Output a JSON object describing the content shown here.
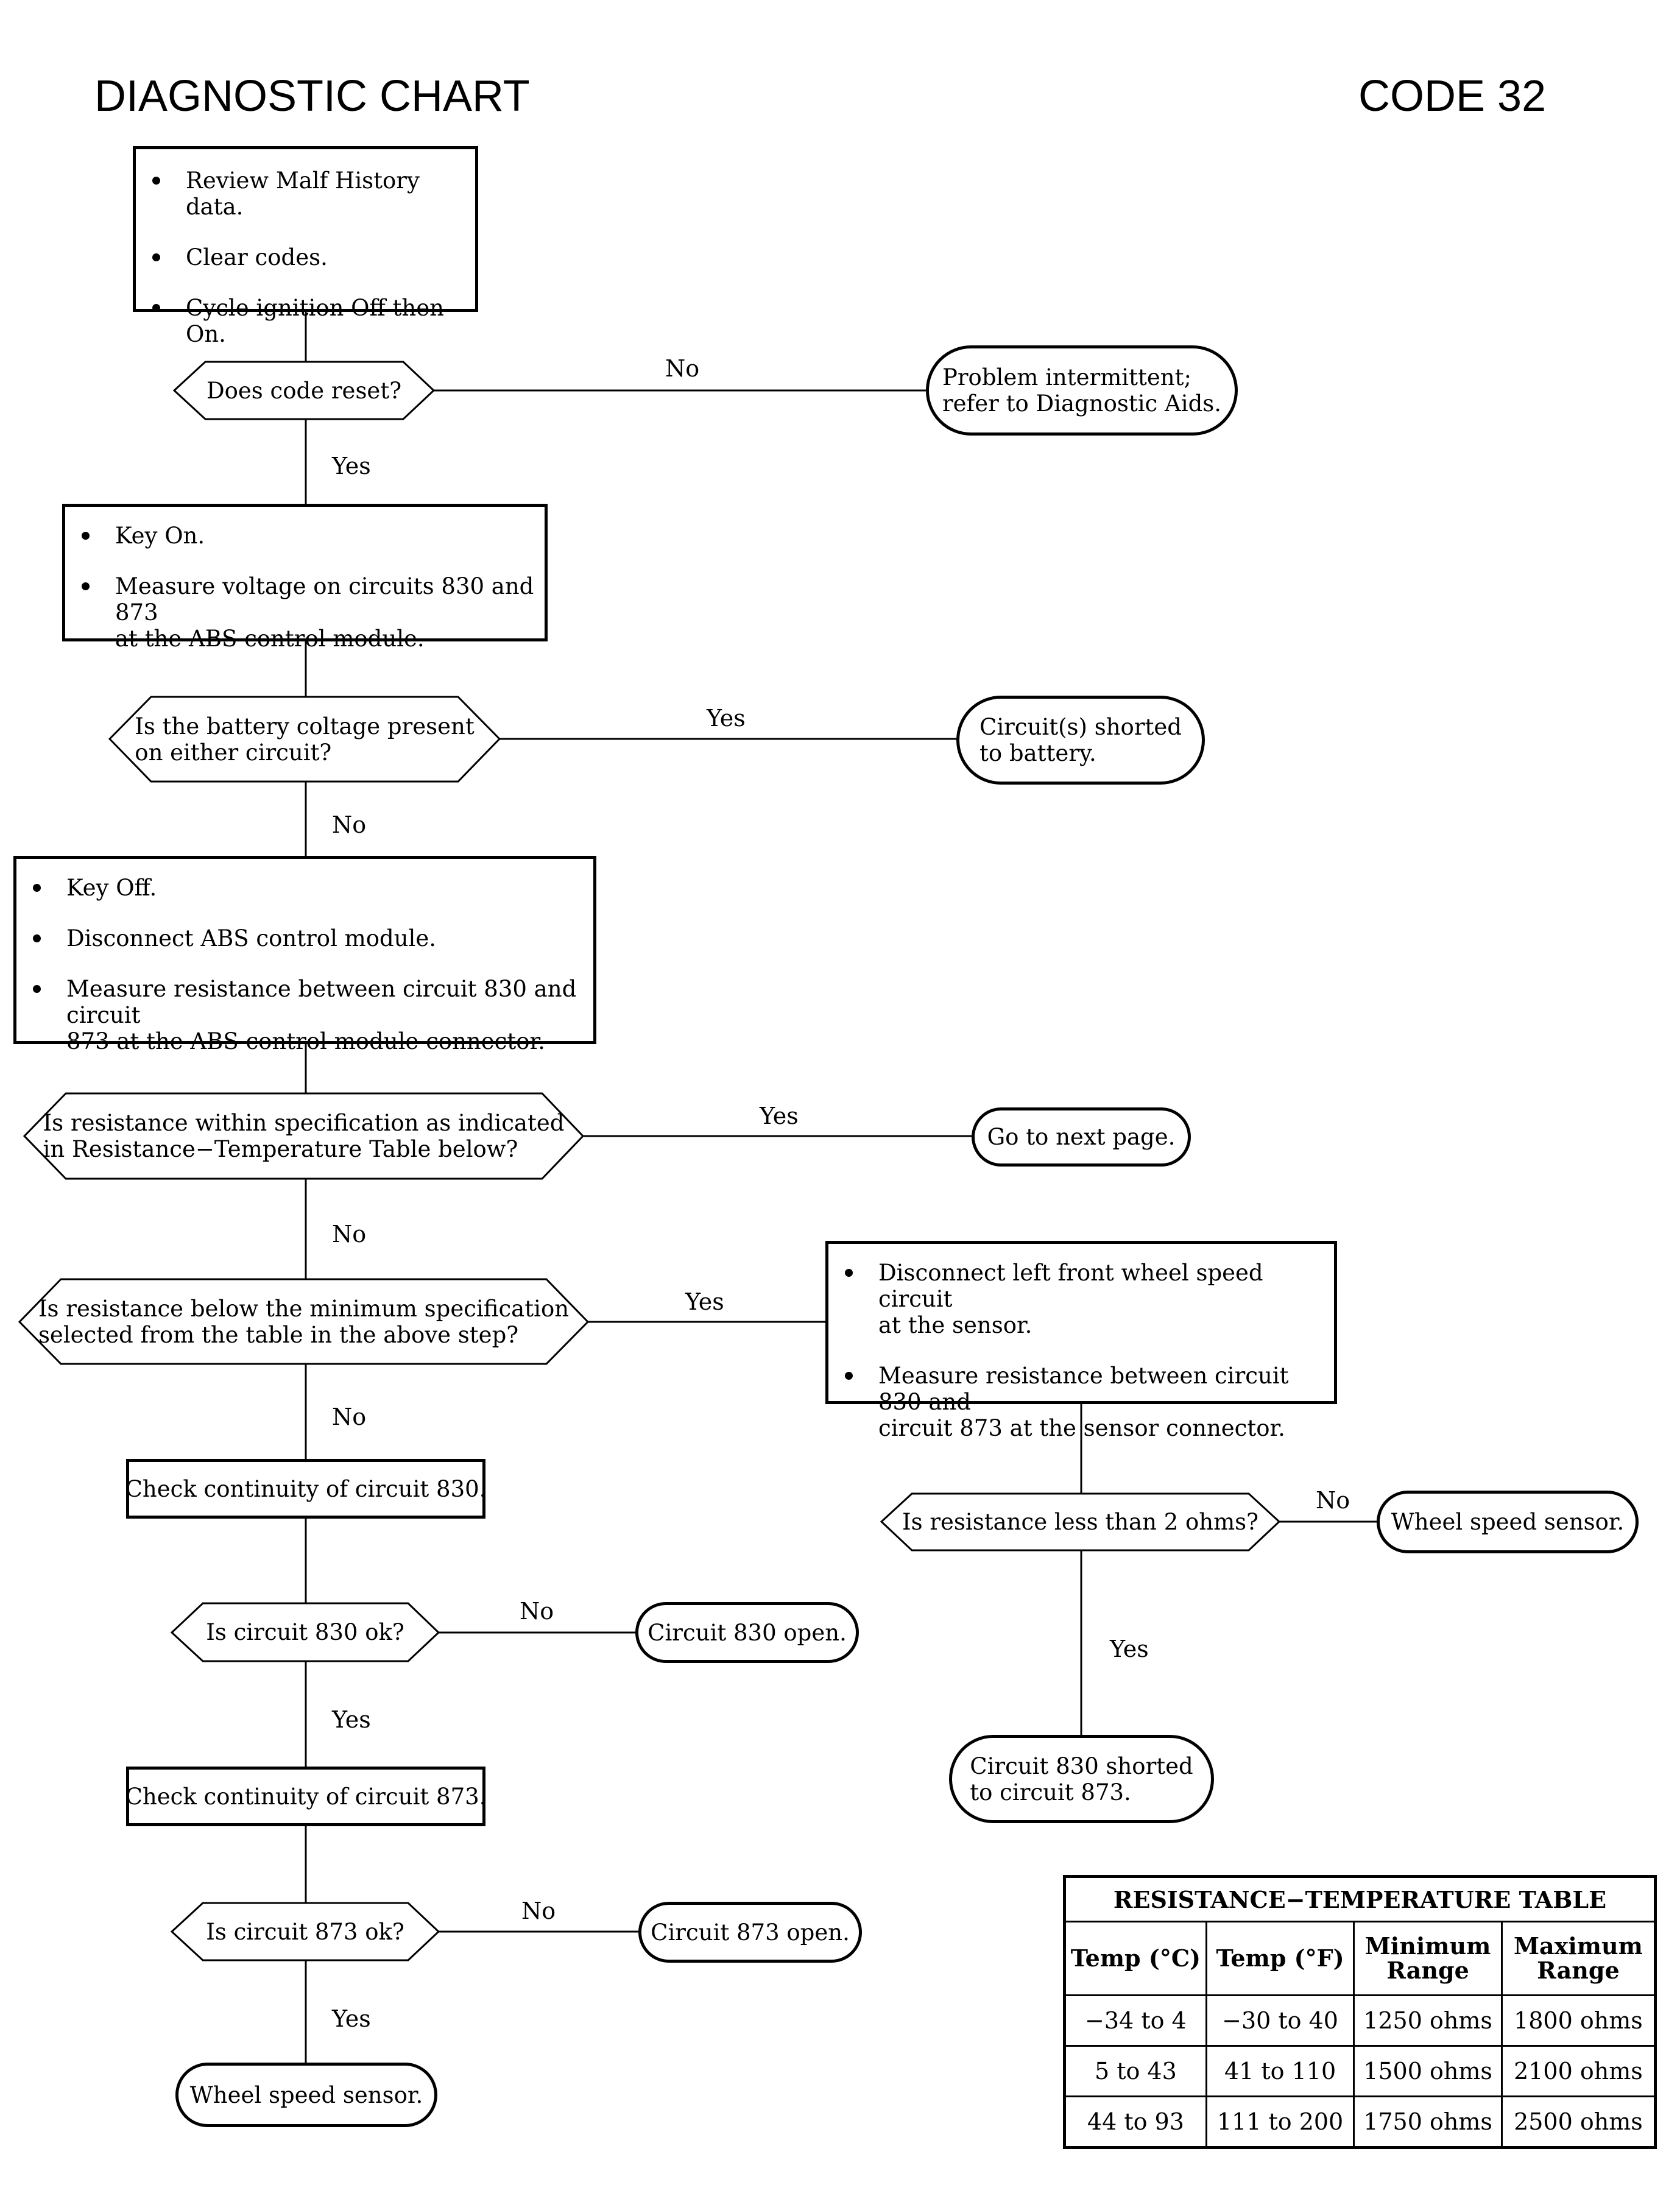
{
  "header": {
    "title": "DIAGNOSTIC CHART",
    "code": "CODE 32"
  },
  "steps": {
    "start": [
      "Review Malf History data.",
      "Clear codes.",
      "Cycle ignition Off then On."
    ],
    "key_on": [
      "Key On.",
      "Measure voltage on circuits 830 and 873\nat the ABS control module."
    ],
    "key_off": [
      "Key Off.",
      "Disconnect ABS control module.",
      "Measure resistance between circuit 830 and circuit\n873 at the ABS control module connector."
    ],
    "disconnect_sensor": [
      "Disconnect left front wheel speed circuit\nat the sensor.",
      "Measure resistance between circuit 830 and\ncircuit 873 at the sensor connector."
    ],
    "check_830": "Check continuity of circuit 830.",
    "check_873": "Check continuity of circuit 873."
  },
  "decisions": {
    "code_reset": "Does code reset?",
    "battery_voltage": "Is the battery coltage present\non either circuit?",
    "resistance_in_spec": "Is resistance within specification as indicated\nin Resistance−Temperature Table below?",
    "resistance_below_min": "Is resistance below the minimum specification\nselected from the table in the above step?",
    "less_than_2_ohms": "Is resistance less than 2 ohms?",
    "circuit_830_ok": "Is circuit 830 ok?",
    "circuit_873_ok": "Is circuit 873 ok?"
  },
  "terminals": {
    "intermittent": "Problem intermittent;\nrefer to Diagnostic Aids.",
    "shorted_battery": "Circuit(s) shorted\nto battery.",
    "next_page": "Go to next page.",
    "wheel_sensor_right": "Wheel speed sensor.",
    "circuit_830_shorted": "Circuit 830 shorted\nto circuit 873.",
    "circuit_830_open": "Circuit 830 open.",
    "circuit_873_open": "Circuit 873 open.",
    "wheel_sensor_bottom": "Wheel speed sensor."
  },
  "edge_labels": {
    "code_reset_no": "No",
    "code_reset_yes": "Yes",
    "battery_yes": "Yes",
    "battery_no": "No",
    "spec_yes": "Yes",
    "spec_no": "No",
    "below_min_yes": "Yes",
    "below_min_no": "No",
    "two_ohms_no": "No",
    "two_ohms_yes": "Yes",
    "c830_no": "No",
    "c830_yes": "Yes",
    "c873_no": "No",
    "c873_yes": "Yes"
  },
  "resistance_table": {
    "title": "RESISTANCE−TEMPERATURE TABLE",
    "headers": [
      "Temp (°C)",
      "Temp (°F)",
      "Minimum\nRange",
      "Maximum\nRange"
    ],
    "rows": [
      [
        "−34 to 4",
        "−30 to 40",
        "1250 ohms",
        "1800 ohms"
      ],
      [
        "5 to 43",
        "41 to 110",
        "1500 ohms",
        "2100 ohms"
      ],
      [
        "44 to 93",
        "111 to 200",
        "1750 ohms",
        "2500 ohms"
      ]
    ]
  }
}
